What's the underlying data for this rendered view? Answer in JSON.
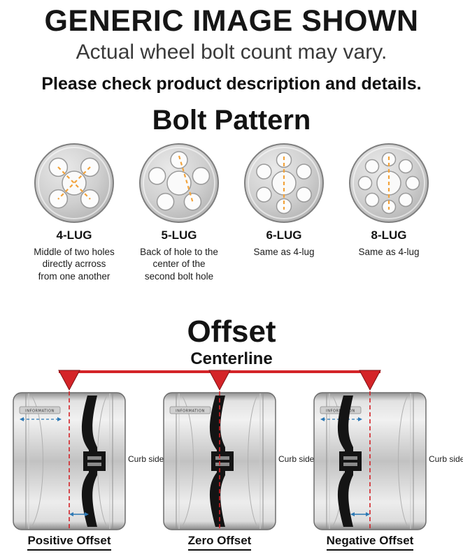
{
  "header": {
    "title": "GENERIC IMAGE SHOWN",
    "subtitle": "Actual wheel bolt count may vary.",
    "note": "Please check product description and details."
  },
  "bolt_pattern": {
    "title": "Bolt Pattern",
    "items": [
      {
        "label": "4-LUG",
        "lugs": 4,
        "description": "Middle of two holes directly acrross from one another"
      },
      {
        "label": "5-LUG",
        "lugs": 5,
        "description": "Back of hole to the center of the second bolt hole"
      },
      {
        "label": "6-LUG",
        "lugs": 6,
        "description": "Same as 4-lug"
      },
      {
        "label": "8-LUG",
        "lugs": 8,
        "description": "Same as 4-lug"
      }
    ]
  },
  "offset": {
    "title": "Offset",
    "centerline_label": "Centerline",
    "curb_side_label": "Curb side",
    "rim_text": "INFORMATION",
    "items": [
      {
        "label": "Positive Offset"
      },
      {
        "label": "Zero Offset"
      },
      {
        "label": "Negative Offset"
      }
    ]
  },
  "colors": {
    "accent_red": "#d42428",
    "measure_orange": "#f2a33c",
    "arrow_blue": "#2e79b5"
  }
}
